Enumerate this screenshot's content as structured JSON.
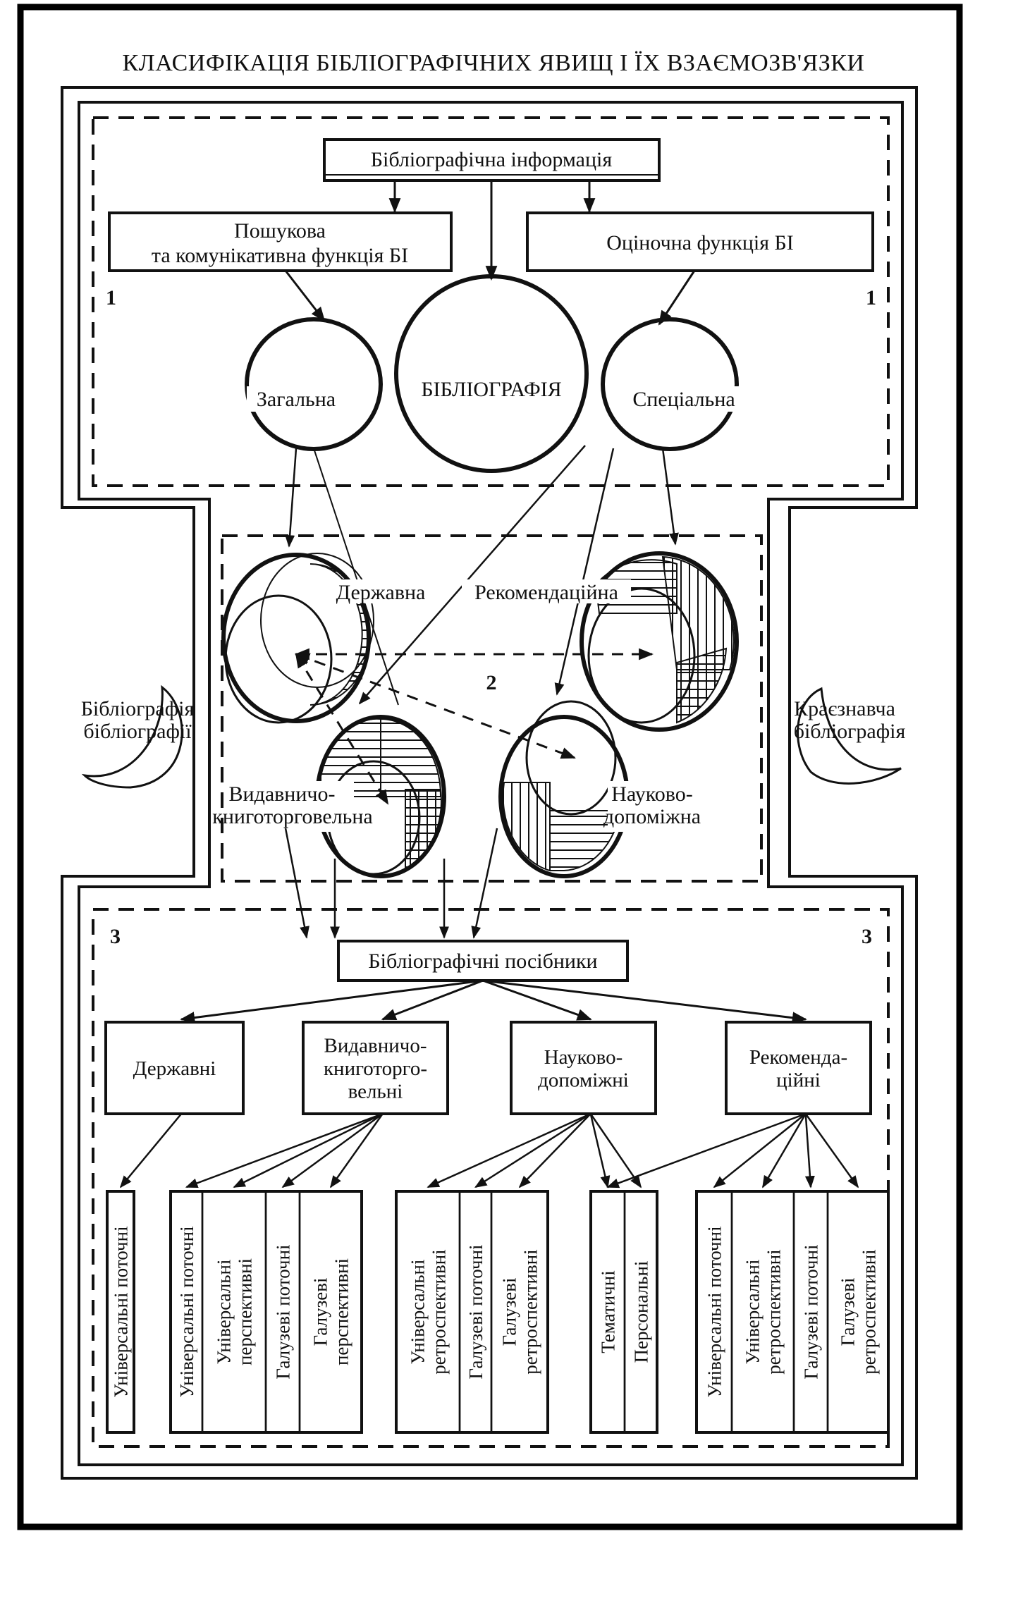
{
  "title": "КЛАСИФІКАЦІЯ БІБЛІОГРАФІЧНИХ ЯВИЩ І ЇХ ВЗАЄМОЗВ'ЯЗКИ",
  "section1": {
    "number": "1",
    "info_box": "Бібліографічна інформація",
    "function_left": [
      "Пошукова",
      "та комунікативна функція БІ"
    ],
    "function_right": "Оціночна функція БІ",
    "center_circle": "БІБЛІОГРАФІЯ",
    "left_circle": "Загальна",
    "right_circle": "Спеціальна"
  },
  "section2": {
    "number": "2",
    "types": {
      "state": "Державна",
      "recommendational": "Рекомендаційна",
      "publishing": [
        "Видавничо-",
        "книготорговельна"
      ],
      "scientific": [
        "Науково-",
        "допоміжна"
      ]
    }
  },
  "side_left": [
    "Бібліографія",
    "бібліографії"
  ],
  "side_right": [
    "Краєзнавча",
    "бібліографія"
  ],
  "section3": {
    "number": "3",
    "manuals_box": "Бібліографічні посібники",
    "categories": [
      {
        "label": [
          "Державні"
        ],
        "items": [
          [
            "Універсальні поточні"
          ]
        ]
      },
      {
        "label": [
          "Видавничо-",
          "книготорго-",
          "вельні"
        ],
        "items": [
          [
            "Універсальні поточні"
          ],
          [
            "Універсальні",
            "перспективні"
          ],
          [
            "Галузеві поточні"
          ],
          [
            "Галузеві",
            "перспективні"
          ]
        ]
      },
      {
        "label": [
          "Науково-",
          "допоміжні"
        ],
        "items": [
          [
            "Універсальні",
            "ретроспективні"
          ],
          [
            "Галузеві поточні"
          ],
          [
            "Галузеві",
            "ретроспективні"
          ]
        ],
        "extra_items": [
          [
            "Тематичні"
          ],
          [
            "Персональні"
          ]
        ]
      },
      {
        "label": [
          "Рекоменда-",
          "ційні"
        ],
        "items": [
          [
            "Універсальні поточні"
          ],
          [
            "Універсальні",
            "ретроспективні"
          ],
          [
            "Галузеві поточні"
          ],
          [
            "Галузеві",
            "ретроспективні"
          ]
        ]
      }
    ]
  }
}
